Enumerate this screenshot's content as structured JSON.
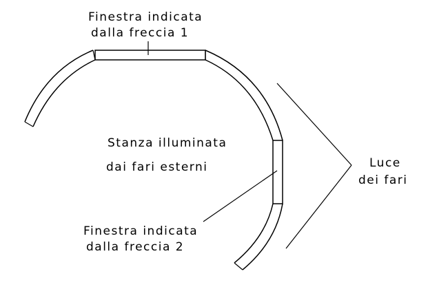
{
  "labels": {
    "window1_line1": "Finestra indicata",
    "window1_line2": "dalla freccia 1",
    "room_line1": "Stanza illuminata",
    "room_line2": "dai fari esterni",
    "light_line1": "Luce",
    "light_line2": "dei fari",
    "window2_line1": "Finestra indicata",
    "window2_line2": "dalla freccia 2"
  }
}
